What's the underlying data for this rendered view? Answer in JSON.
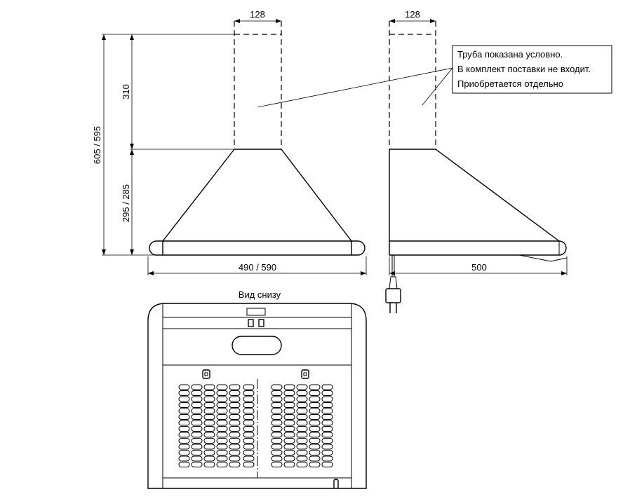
{
  "dimensions": {
    "pipe_width_front": "128",
    "pipe_width_side": "128",
    "total_height": "605 / 595",
    "pipe_height": "310",
    "body_height": "295 / 285",
    "width": "490 / 590",
    "depth": "500"
  },
  "note": {
    "line1": "Труба показана условно.",
    "line2": "В комплект поставки не входит.",
    "line3": "Приобретается отдельно"
  },
  "bottom_view": {
    "title": "Вид снизу"
  },
  "colors": {
    "line": "#000000",
    "background": "#ffffff"
  }
}
